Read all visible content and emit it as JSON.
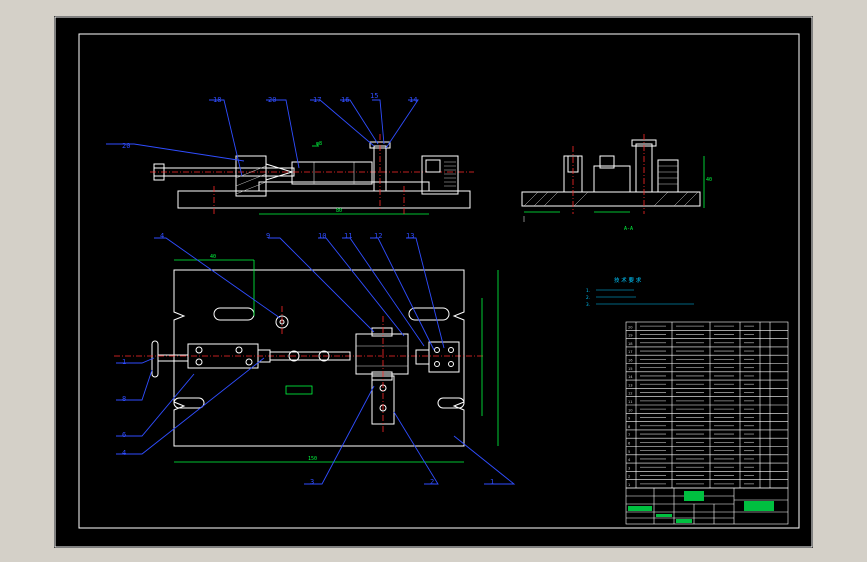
{
  "drawing": {
    "background": "#000000",
    "line_color": "#ffffff",
    "leader_color": "#2f4dff",
    "dimension_color": "#00ff40",
    "centerline_color": "#ff2a2a"
  },
  "front_view_labels": [
    "18",
    "20",
    "17",
    "16",
    "15",
    "14"
  ],
  "left_view_label": "20",
  "section_label": "A-A",
  "plan_view_top_labels": [
    "4",
    "9",
    "10",
    "11",
    "12",
    "13"
  ],
  "plan_view_left_labels": [
    "1",
    "8",
    "6",
    "4"
  ],
  "plan_view_bottom_labels": [
    "3",
    "2",
    "1"
  ],
  "technical_requirements": {
    "title": "技 术 要 求",
    "items": [
      "1.",
      "2.",
      "3."
    ]
  },
  "parts_table": {
    "rows": [
      "20",
      "19",
      "18",
      "17",
      "16",
      "15",
      "14",
      "13",
      "12",
      "11",
      "10",
      "9",
      "8",
      "7",
      "6",
      "5",
      "4",
      "3",
      "2",
      "1"
    ]
  }
}
